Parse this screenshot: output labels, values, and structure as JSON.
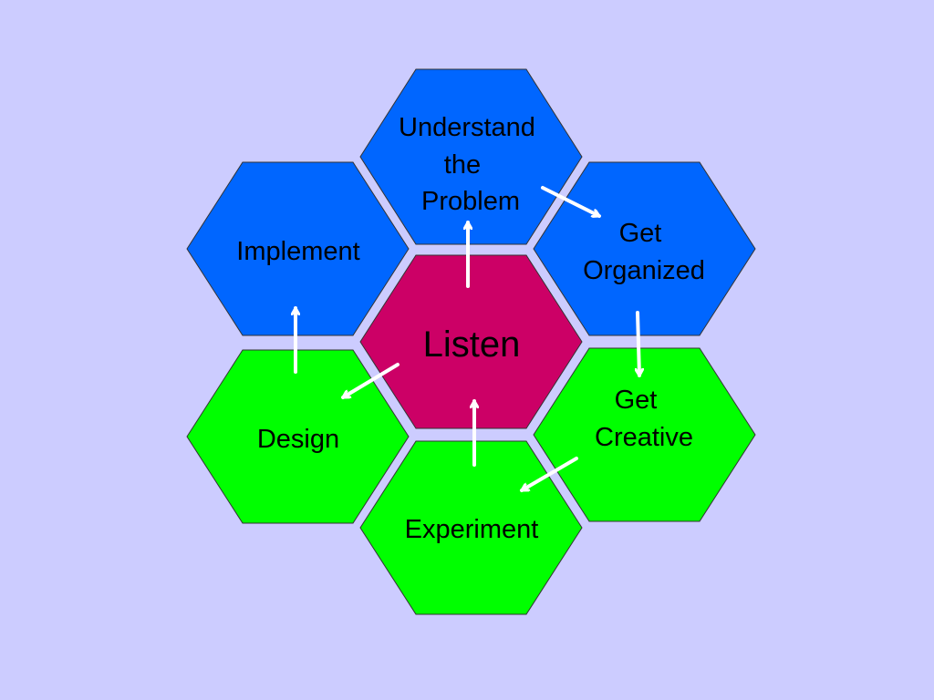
{
  "colors": {
    "background": "#ccccff",
    "blue": "#0066ff",
    "green": "#00ff00",
    "magenta": "#cc0066",
    "outline": "#333333",
    "arrow": "#ffffff"
  },
  "hexagons": {
    "center": {
      "label": "Listen",
      "color": "magenta"
    },
    "top": {
      "lines": [
        "Understand",
        "the",
        "Problem"
      ],
      "color": "blue"
    },
    "upper_right": {
      "lines": [
        "Get",
        "Organized"
      ],
      "color": "blue"
    },
    "lower_right": {
      "lines": [
        "Get",
        "Creative"
      ],
      "color": "green"
    },
    "bottom": {
      "label": "Experiment",
      "color": "green"
    },
    "lower_left": {
      "label": "Design",
      "color": "green"
    },
    "upper_left": {
      "label": "Implement",
      "color": "blue"
    }
  },
  "flow": [
    "Listen → Understand the Problem",
    "Understand the Problem → Get Organized",
    "Get Organized → Get Creative",
    "Get Creative → Experiment",
    "Experiment → Listen",
    "Listen → Design",
    "Design → Implement"
  ]
}
